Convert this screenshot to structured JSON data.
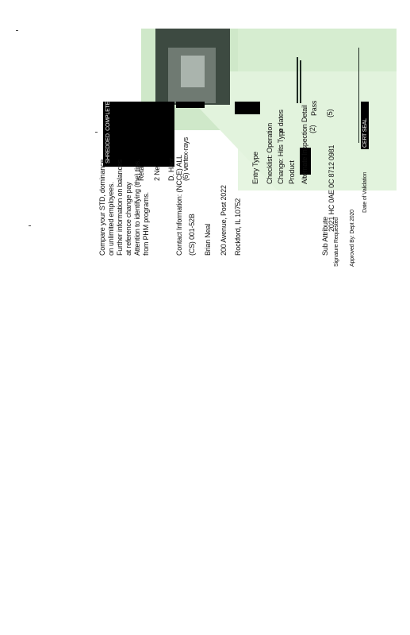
{
  "banner": "SHREDDED. COMPLETE. FAX",
  "instructions": [
    "Compare your STD, dominance",
    "on unlimited employees.",
    "Further information on balances",
    "at reference change pay",
    "Attention to identifying (the) tips.",
    "from PHM programs."
  ],
  "contact": {
    "title": "Contact Information: (NCCE) ALL",
    "phone": "(CS) 001-52B",
    "name": "Brian Neal",
    "address": "200 Avenue, Post 2022",
    "city": "Rockford, IL 10752"
  },
  "middle": {
    "line1": "Reta",
    "line2": "2 Ne",
    "line3": "D. Hacr",
    "line4": "(6) vertex-rays"
  },
  "form": {
    "entry_type": "Entry Type",
    "field_a": "Checklist: Operation",
    "field_b": "Change: Hits Type dates",
    "field_b_value": "P",
    "field_c": "Product",
    "field_d": "Alternate Inspection Detail",
    "field_d_value": "(2)",
    "field_e_value": "(5)",
    "field_f_value": "Pass",
    "sample_id": "2021 HC 0AE 0C 8712 0981",
    "account": "Sub Attribute",
    "signed": "Signature Requested",
    "approved": "Approved By: Dept 2020",
    "date_label": "Date of Validation",
    "stamp": "CERT SEAL"
  }
}
